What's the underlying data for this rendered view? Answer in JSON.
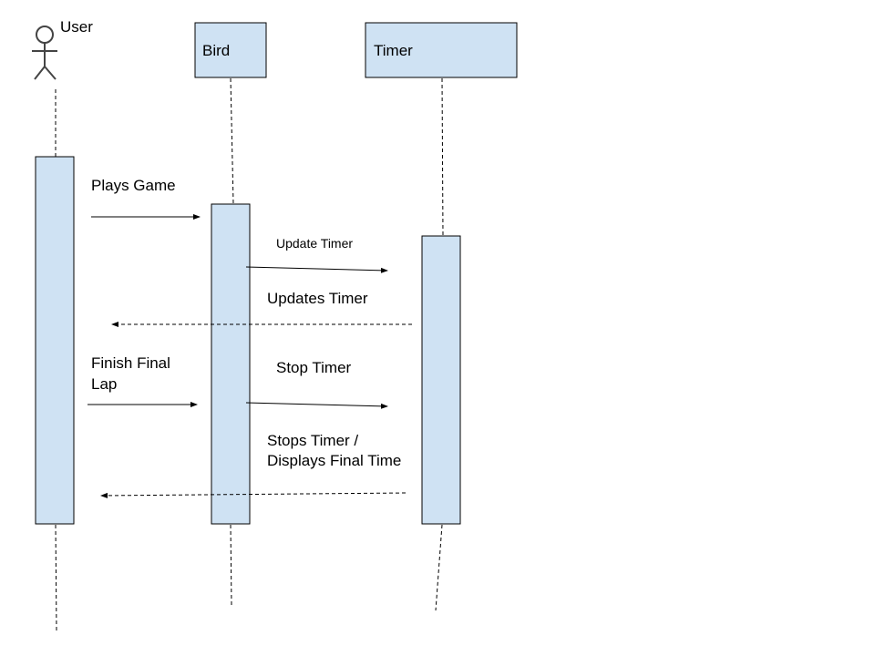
{
  "participants": {
    "user": {
      "label": "User",
      "icon": "actor-stick-figure-icon"
    },
    "bird": {
      "label": "Bird"
    },
    "timer": {
      "label": "Timer"
    }
  },
  "messages": {
    "plays_game": {
      "label": "Plays Game",
      "from": "User",
      "to": "Bird",
      "style": "solid"
    },
    "update_timer": {
      "label": "Update Timer",
      "from": "Bird",
      "to": "Timer",
      "style": "solid"
    },
    "updates_timer": {
      "label": "Updates Timer",
      "from": "Timer",
      "to": "User",
      "style": "dashed"
    },
    "finish_final_lap": {
      "lines": [
        "Finish Final",
        "Lap"
      ],
      "from": "User",
      "to": "Bird",
      "style": "solid"
    },
    "stop_timer": {
      "label": "Stop Timer",
      "from": "Bird",
      "to": "Timer",
      "style": "solid"
    },
    "stops_timer": {
      "lines": [
        "Stops Timer /",
        "Displays Final Time"
      ],
      "from": "Timer",
      "to": "User",
      "style": "dashed"
    }
  },
  "colors": {
    "box_fill": "#cfe2f3",
    "stroke": "#000000",
    "actor": "#444444"
  }
}
